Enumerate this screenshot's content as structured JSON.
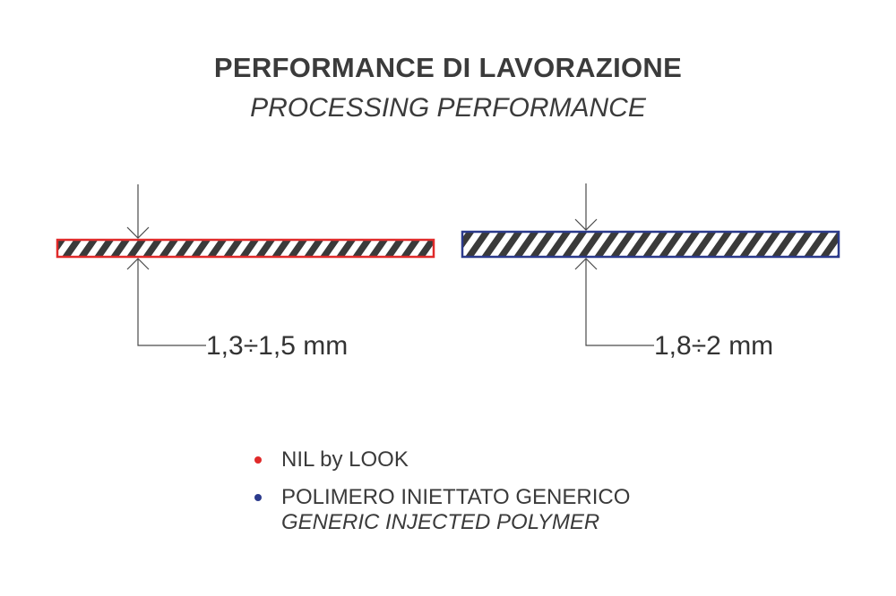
{
  "title": "PERFORMANCE DI LAVORAZIONE",
  "subtitle": "PROCESSING PERFORMANCE",
  "colors": {
    "nil_by_look": "#e02a2a",
    "generic_polymer": "#2b3a8c",
    "hatch": "#3a3a3a",
    "dimension_line": "#4a4a4a"
  },
  "samples": [
    {
      "thickness_label": "1,3÷1,5 mm",
      "border_color": "#e02a2a"
    },
    {
      "thickness_label": "1,8÷2 mm",
      "border_color": "#2b3a8c"
    }
  ],
  "legend": [
    {
      "label": "NIL by LOOK",
      "sublabel": "",
      "color": "#e02a2a"
    },
    {
      "label": "POLIMERO INIETTATO GENERICO",
      "sublabel": "GENERIC INJECTED POLYMER",
      "color": "#2b3a8c"
    }
  ]
}
